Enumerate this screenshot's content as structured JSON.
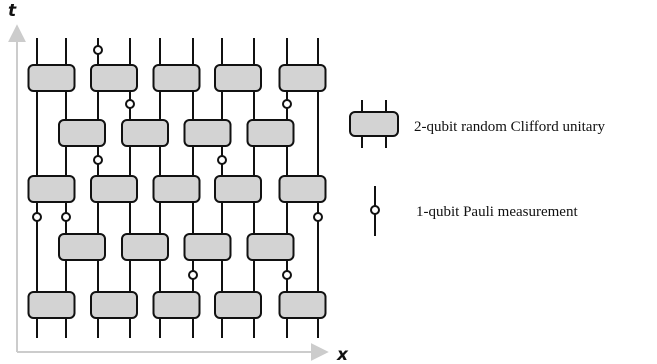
{
  "axes": {
    "t_label": "t",
    "x_label": "x"
  },
  "legend": {
    "gate_label": "2-qubit random Clifford unitary",
    "measurement_label": "1-qubit Pauli measurement"
  },
  "circuit": {
    "qubits": 10,
    "layers": 5,
    "gate_layer_type": [
      "even",
      "odd",
      "even",
      "odd",
      "even"
    ],
    "measurements": [
      {
        "layer_gap": 0,
        "qubit": 2
      },
      {
        "layer_gap": 1,
        "qubit": 3
      },
      {
        "layer_gap": 1,
        "qubit": 8
      },
      {
        "layer_gap": 2,
        "qubit": 2
      },
      {
        "layer_gap": 2,
        "qubit": 6
      },
      {
        "layer_gap": 3,
        "qubit": 0
      },
      {
        "layer_gap": 3,
        "qubit": 1
      },
      {
        "layer_gap": 3,
        "qubit": 9
      },
      {
        "layer_gap": 4,
        "qubit": 5
      },
      {
        "layer_gap": 4,
        "qubit": 8
      }
    ]
  },
  "colors": {
    "gate_fill": "#d3d3d3",
    "line": "#111111",
    "axis": "#cccccc"
  }
}
